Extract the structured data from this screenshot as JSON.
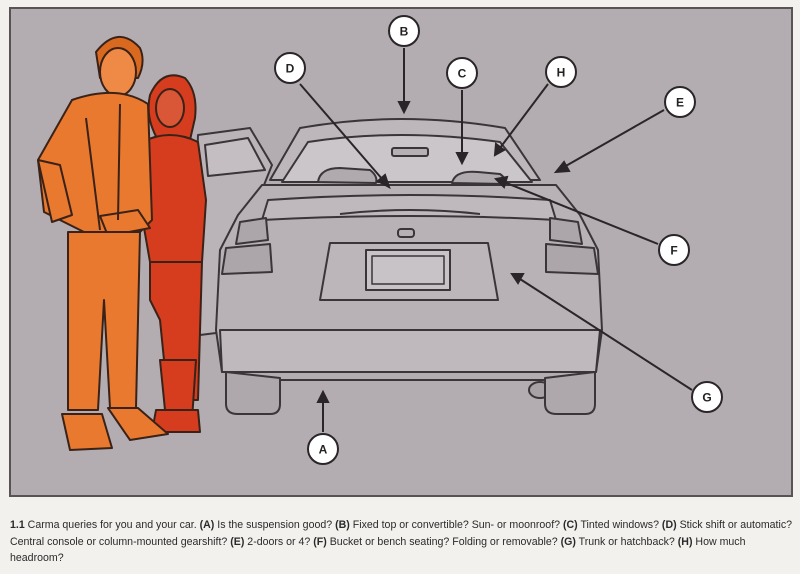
{
  "callouts": [
    {
      "id": "A",
      "label": "A"
    },
    {
      "id": "B",
      "label": "B"
    },
    {
      "id": "C",
      "label": "C"
    },
    {
      "id": "D",
      "label": "D"
    },
    {
      "id": "E",
      "label": "E"
    },
    {
      "id": "F",
      "label": "F"
    },
    {
      "id": "G",
      "label": "G"
    },
    {
      "id": "H",
      "label": "H"
    }
  ],
  "caption": {
    "fig_number": "1.1",
    "intro": " Carma queries for you and your car. ",
    "segments": [
      {
        "key": "(A)",
        "text": " Is the suspension good? "
      },
      {
        "key": "(B)",
        "text": " Fixed top or convertible? Sun- or moonroof? "
      },
      {
        "key": "(C)",
        "text": " Tinted windows? "
      },
      {
        "key": "(D)",
        "text": " Stick shift or automatic? Central console or column-mounted gearshift? "
      },
      {
        "key": "(E)",
        "text": " 2-doors or 4? "
      },
      {
        "key": "(F)",
        "text": " Bucket or bench seating? Folding or removable? "
      },
      {
        "key": "(G)",
        "text": " Trunk or hatchback? "
      },
      {
        "key": "(H)",
        "text": " How much headroom?"
      }
    ]
  },
  "colors": {
    "frame_border": "#5a5356",
    "background_gray": "#b3adb2",
    "car_fill": "#b6b0b5",
    "line": "#3a3538",
    "man_fill": "#e8792e",
    "woman_fill": "#d63d1f",
    "callout_fill": "#ffffff"
  }
}
